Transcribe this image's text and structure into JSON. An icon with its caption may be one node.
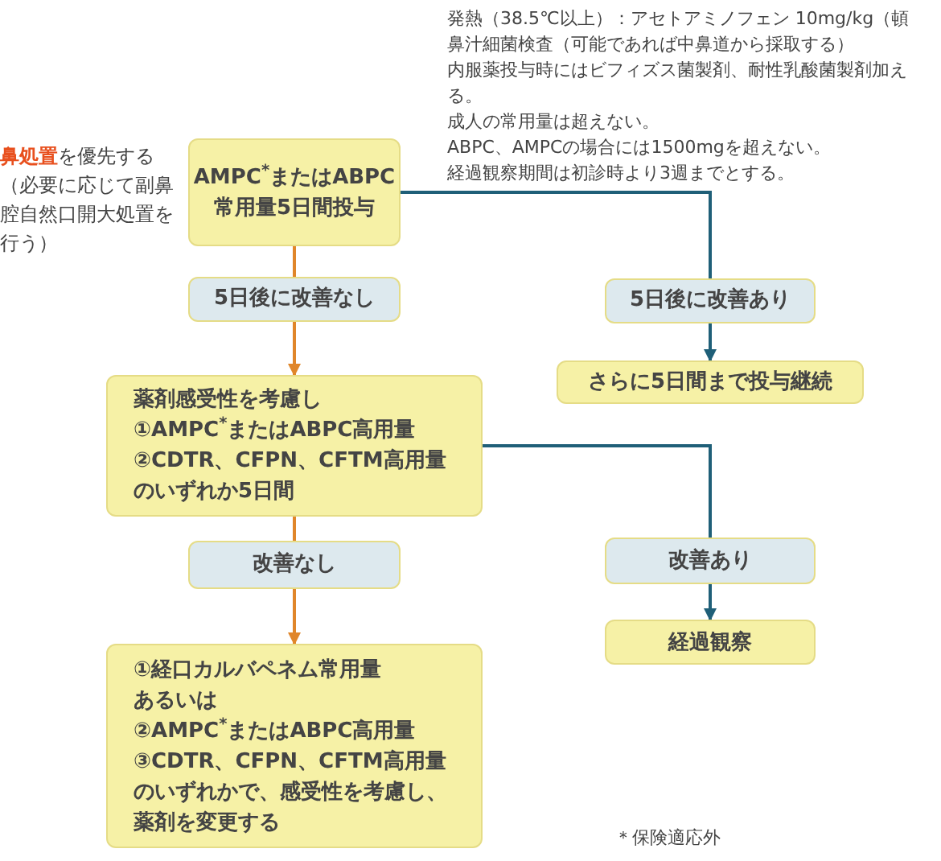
{
  "diagram": {
    "nodes": [
      {
        "text": [
          "AMPC$^{*}$またはABPC常用量5日間投与"
        ]
      },
      {
        "text": [
          "5日後に改善なし"
        ]
      },
      {
        "text": [
          "5日後に改善あり"
        ]
      },
      {
        "text": [
          "さらに5日間まで投与継続"
        ]
      },
      {
        "text": [
          "薬剤感受性を考慮し",
          "①AMPC$^{*}$またはABPC高用量",
          "②CDTR、CFPN、CFTM高用量のいずれか5日間"
        ]
      },
      {
        "text": [
          "改善なし"
        ]
      },
      {
        "text": [
          "改善あり"
        ]
      },
      {
        "text": [
          "経過観察"
        ]
      },
      {
        "text": [
          "①経口カルバペネム常用量",
          "あるいは",
          "②AMPC$^{*}$またはABPC高用量",
          "③CDTR、CFPN、CFTM高用量のいずれかで、感受性を考慮し、薬剤を変更する"
        ]
      }
    ],
    "edges": [
      {
        "from": 0,
        "to": 1,
        "arrow": "none",
        "color": "#e0862a"
      },
      {
        "from": 1,
        "to": 4,
        "arrow": "to",
        "color": "#e0862a"
      },
      {
        "from": 0,
        "to": 2,
        "arrow": "none",
        "color": "#1f5f78"
      },
      {
        "from": 2,
        "to": 3,
        "arrow": "to",
        "color": "#1f5f78"
      },
      {
        "from": 4,
        "to": 5,
        "arrow": "none",
        "color": "#e0862a"
      },
      {
        "from": 4,
        "to": 6,
        "arrow": "none",
        "color": "#1f5f78"
      },
      {
        "from": 5,
        "to": 8,
        "arrow": "to",
        "color": "#e0862a"
      },
      {
        "from": 6,
        "to": 7,
        "arrow": "to",
        "color": "#1f5f78"
      }
    ],
    "labels": [
      "発熱（38.5℃以上）：アセトアミノフェン 10mg/kg（頓",
      "鼻汁細菌検査（可能であれば中鼻道から採取する）",
      "内服薬投与時にはビフィズス菌製剤、耐性乳酸菌製剤加える。",
      "成人の常用量は超えない。",
      "ABPC、AMPCの場合には1500mgを超えない。",
      "経過観察期間は初診時より3週までとする。",
      "**鼻処置**を優先する（必要に応じて副鼻腔自然口開大処置を行う）",
      "＊保険適応外"
    ]
  }
}
